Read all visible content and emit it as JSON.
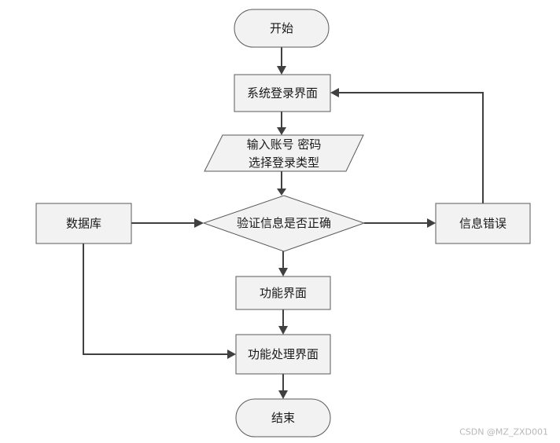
{
  "diagram": {
    "nodes": {
      "start": {
        "label": "开始",
        "shape": "terminator"
      },
      "login_screen": {
        "label": "系统登录界面",
        "shape": "process"
      },
      "input": {
        "label_line1": "输入账号 密码",
        "label_line2": "选择登录类型",
        "shape": "data"
      },
      "database": {
        "label": "数据库",
        "shape": "process"
      },
      "verify": {
        "label": "验证信息是否正确",
        "shape": "decision"
      },
      "error": {
        "label": "信息错误",
        "shape": "process"
      },
      "function_screen": {
        "label": "功能界面",
        "shape": "process"
      },
      "process_screen": {
        "label": "功能处理界面",
        "shape": "process"
      },
      "end": {
        "label": "结束",
        "shape": "terminator"
      }
    },
    "edges": [
      {
        "from": "start",
        "to": "login_screen"
      },
      {
        "from": "login_screen",
        "to": "input"
      },
      {
        "from": "input",
        "to": "verify"
      },
      {
        "from": "database",
        "to": "verify"
      },
      {
        "from": "verify",
        "to": "error"
      },
      {
        "from": "error",
        "to": "login_screen"
      },
      {
        "from": "verify",
        "to": "function_screen"
      },
      {
        "from": "database",
        "to": "process_screen"
      },
      {
        "from": "function_screen",
        "to": "process_screen"
      },
      {
        "from": "process_screen",
        "to": "end"
      }
    ]
  },
  "watermark": "CSDN @MZ_ZXD001"
}
